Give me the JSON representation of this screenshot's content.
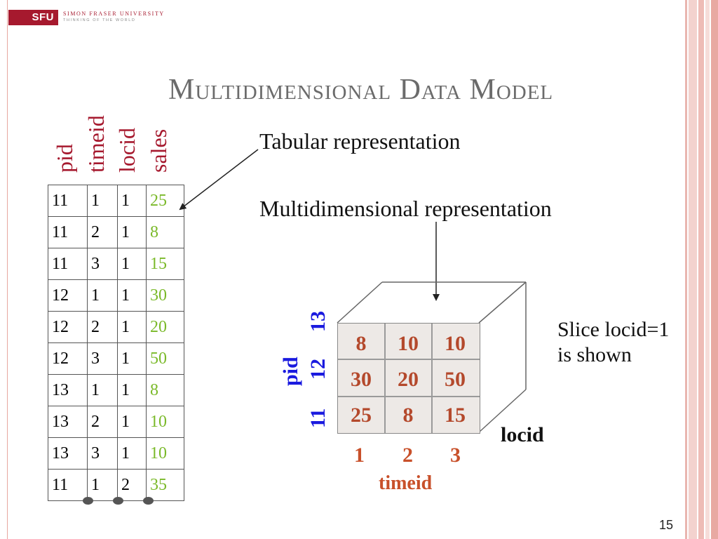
{
  "logo": {
    "mark": "SFU",
    "name": "SIMON FRASER UNIVERSITY",
    "tagline": "THINKING OF THE WORLD"
  },
  "title": "Multidimensional Data Model",
  "table": {
    "headers": [
      "pid",
      "timeid",
      "locid",
      "sales"
    ],
    "rows": [
      [
        "11",
        "1",
        "1",
        "25"
      ],
      [
        "11",
        "2",
        "1",
        "8"
      ],
      [
        "11",
        "3",
        "1",
        "15"
      ],
      [
        "12",
        "1",
        "1",
        "30"
      ],
      [
        "12",
        "2",
        "1",
        "20"
      ],
      [
        "12",
        "3",
        "1",
        "50"
      ],
      [
        "13",
        "1",
        "1",
        "8"
      ],
      [
        "13",
        "2",
        "1",
        "10"
      ],
      [
        "13",
        "3",
        "1",
        "10"
      ],
      [
        "11",
        "1",
        "2",
        "35"
      ]
    ]
  },
  "labels": {
    "tabular": "Tabular representation",
    "multidimensional": "Multidimensional representation",
    "slice_line1": "Slice locid=1",
    "slice_line2": "is shown"
  },
  "cube": {
    "cells": [
      [
        "8",
        "10",
        "10"
      ],
      [
        "30",
        "20",
        "50"
      ],
      [
        "25",
        "8",
        "15"
      ]
    ],
    "pid_axis_label": "pid",
    "pid_ticks": [
      "13",
      "12",
      "11"
    ],
    "timeid_axis_label": "timeid",
    "timeid_ticks": [
      "1",
      "2",
      "3"
    ],
    "locid_axis_label": "locid"
  },
  "page_number": "15",
  "colors": {
    "brand_red": "#a6192e",
    "sales_green": "#7ab929",
    "cube_orange": "#c8502a",
    "pid_blue": "#1a1adf",
    "title_gray": "#6b6b6b"
  }
}
